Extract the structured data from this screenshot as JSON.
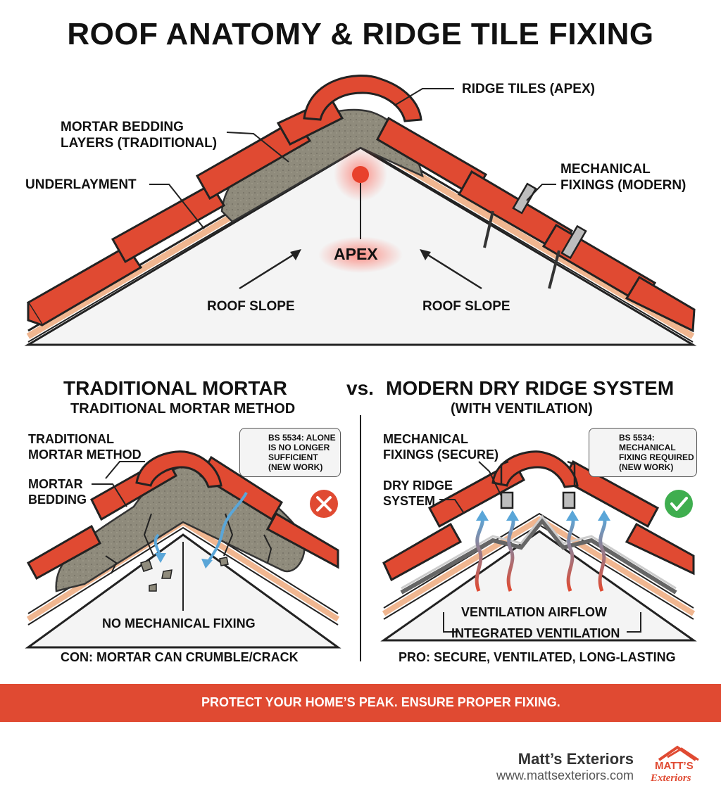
{
  "title": "ROOF ANATOMY & RIDGE TILE FIXING",
  "top_diagram": {
    "ridge_tiles": "RIDGE TILES (APEX)",
    "mortar_bedding_line1": "MORTAR BEDDING",
    "mortar_bedding_line2": "LAYERS (TRADITIONAL)",
    "underlayment": "UNDERLAYMENT",
    "mechanical_line1": "MECHANICAL",
    "mechanical_line2": "FIXINGS (MODERN)",
    "apex": "APEX",
    "roof_slope_left": "ROOF SLOPE",
    "roof_slope_right": "ROOF SLOPE"
  },
  "comparison": {
    "vs": "vs.",
    "left": {
      "heading": "TRADITIONAL MORTAR",
      "subheading": "TRADITIONAL MORTAR METHOD",
      "label_method_line1": "TRADITIONAL",
      "label_method_line2": "MORTAR METHOD",
      "label_bedding_line1": "MORTAR",
      "label_bedding_line2": "BEDDING",
      "badge": "BS 5534: ALONE\nIS NO LONGER\nSUFFICIENT\n(NEW WORK)",
      "no_fixing": "NO MECHANICAL FIXING",
      "con": "CON: MORTAR CAN CRUMBLE/CRACK"
    },
    "right": {
      "heading": "MODERN DRY RIDGE SYSTEM",
      "subheading": "(WITH VENTILATION)",
      "label_fixings_line1": "MECHANICAL",
      "label_fixings_line2": "FIXINGS (SECURE)",
      "label_dry_line1": "DRY RIDGE",
      "label_dry_line2": "SYSTEM",
      "badge": "BS 5534:\nMECHANICAL\nFIXING REQUIRED\n(NEW WORK)",
      "airflow": "VENTILATION AIRFLOW",
      "integrated": "INTEGRATED VENTILATION",
      "pro": "PRO: SECURE, VENTILATED, LONG-LASTING"
    }
  },
  "banner": "PROTECT YOUR HOME’S PEAK. ENSURE PROPER FIXING.",
  "footer": {
    "brand": "Matt’s Exteriors",
    "url": "www.mattsexteriors.com",
    "logo_line1": "MATT’S",
    "logo_line2": "Exteriors"
  },
  "colors": {
    "tile_red": "#e04a32",
    "mortar": "#8a8778",
    "underlay": "#f0b690",
    "banner": "#e04a32",
    "airflow_blue": "#5aa6d8",
    "check_green": "#3fae4f",
    "cross_red": "#e04a32"
  }
}
